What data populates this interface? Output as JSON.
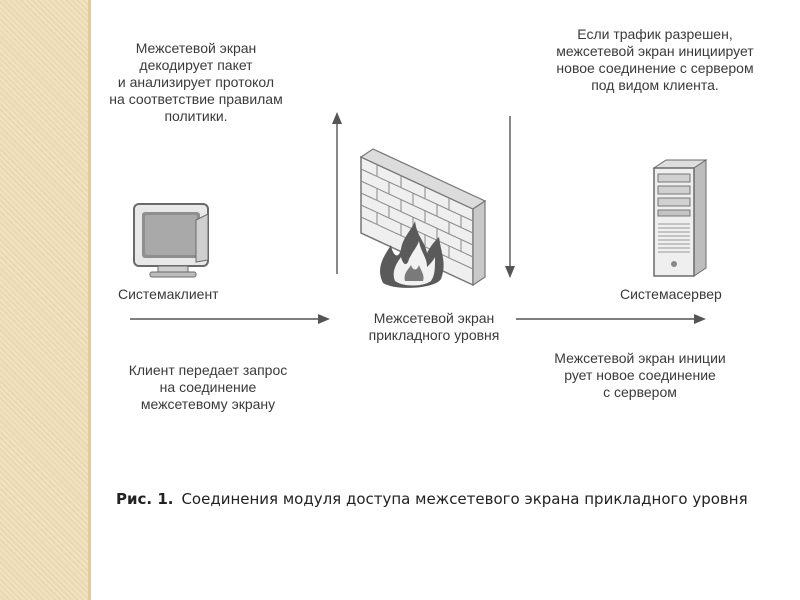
{
  "notes": {
    "top_left": [
      "Межсетевой экран",
      "декодирует пакет",
      "и анализирует протокол",
      "на соответствие правилам",
      "политики."
    ],
    "top_right": [
      "Если трафик разрешен,",
      "межсетевой экран инициирует",
      "новое соединение с сервером",
      "под видом клиента."
    ],
    "bottom_left": [
      "Клиент передает запрос",
      "на соединение",
      "межсетевому экрану"
    ],
    "bottom_right": [
      "Межсетевой экран иниции",
      "рует новое соединение",
      "с сервером"
    ]
  },
  "labels": {
    "client": "Системаклиент",
    "server": "Системасервер",
    "firewall": [
      "Межсетевой экран",
      "прикладного уровня"
    ]
  },
  "caption": {
    "prefix": "Рис. 1.",
    "text": "Соединения модуля доступа межсетевого экрана прикладного уровня"
  },
  "icons": {
    "client": "monitor-icon",
    "firewall": "brick-wall-fire-icon",
    "server": "server-tower-icon"
  },
  "colors": {
    "side_bar": "#ead8b0",
    "text": "#333333",
    "arrow": "#555555"
  }
}
